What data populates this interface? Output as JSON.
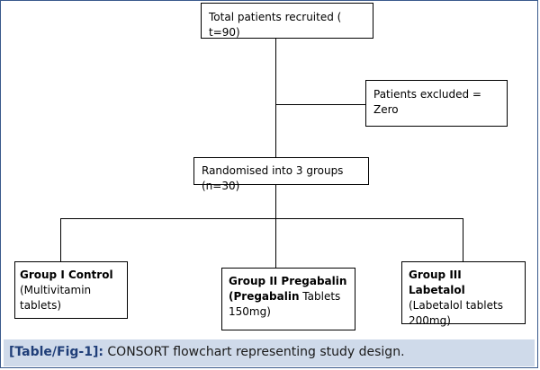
{
  "flowchart": {
    "recruited": "Total patients recruited ( t=90)",
    "excluded": "Patients excluded = Zero",
    "randomised": "Randomised into 3 groups (n=30)",
    "group1": {
      "title": "Group I Control",
      "detail": "(Multivitamin tablets)"
    },
    "group2": {
      "title": "Group II Pregabalin",
      "detail_bold": "(Pregabalin",
      "detail_rest": " Tablets 150mg)"
    },
    "group3": {
      "title": "Group III Labetalol",
      "detail": "(Labetalol tablets 200mg)"
    }
  },
  "caption": {
    "label": "[Table/Fig-1]:",
    "text": " CONSORT flowchart representing study design."
  },
  "colors": {
    "caption_bg": "#cfdaea",
    "caption_label": "#1f3e78",
    "border": "#3a5a8c"
  }
}
